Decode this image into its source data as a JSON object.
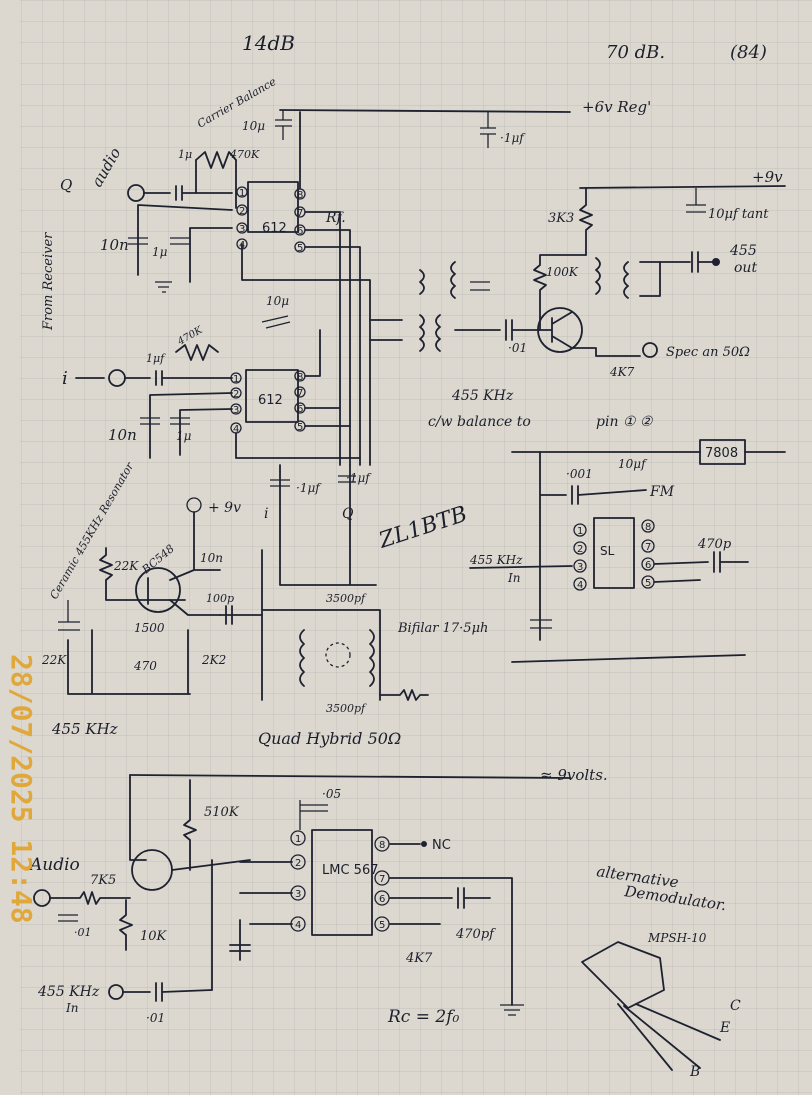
{
  "header": {
    "gain_left": "14dB",
    "gain_right": "70 dB.",
    "page_no": "(84)"
  },
  "supply": {
    "reg6": "+6v Reg'",
    "v9": "+9v",
    "v9_bottom": "≈ 9volts."
  },
  "mixer_top": {
    "chip": "612",
    "balance": "Carrier Balance",
    "input": "Q",
    "audio": "audio",
    "pins_left": [
      "1",
      "2",
      "3",
      "4"
    ],
    "pins_right": [
      "8",
      "7",
      "6",
      "5"
    ],
    "pot": "470K",
    "cap_10u": "10μ",
    "cap_1u": "1μ",
    "cap_10n": "10n",
    "cap_1u_b": "1μ",
    "rf": "Rf.",
    "side_label": "From Receiver",
    "cap_1uf": "·1μf"
  },
  "mixer_bottom": {
    "chip": "612",
    "input": "i",
    "pot": "470K",
    "cap_1u": "1μf",
    "cap_10u": "10μ",
    "cap_10n": "10n",
    "cap_1u_b": "1μ",
    "pins_left": [
      "1",
      "2",
      "3",
      "4"
    ],
    "pins_right": [
      "8",
      "7",
      "6",
      "5"
    ]
  },
  "output_stage": {
    "r_3k3": "3K3",
    "cap_tant": "10μf tant",
    "r_100k": "100K",
    "out": "455",
    "out2": "out",
    "cap_01": "·01",
    "r_4k7": "4K7",
    "spec": "Spec an 50Ω",
    "freq": "455 KHz",
    "note1": "c/w balance to",
    "note2": "pin ① ②"
  },
  "fm_detector": {
    "reg": "7808",
    "cap_001": "·001",
    "cap_10u": "10μf",
    "fm": "FM",
    "chip": "SL",
    "in_freq": "455 KHz",
    "in": "In",
    "cap_470p": "470p",
    "pins_left": [
      "1",
      "2",
      "3",
      "4"
    ],
    "pins_right": [
      "8",
      "7",
      "6",
      "5"
    ]
  },
  "oscillator": {
    "supply": "+ 9v",
    "xtal": "Ceramic 455KHz Resonator",
    "r_22k": "22K",
    "transistor": "BC548",
    "cap_10n": "10n",
    "cap_100p": "100p",
    "cap_1500": "1500",
    "cap_470": "470",
    "r_22k_b": "22K",
    "r_2k2": "2K2",
    "freq": "455 KHz"
  },
  "hybrid": {
    "caps": "·1μf",
    "caps2": "·1μf",
    "i": "i",
    "q": "Q",
    "c_top": "3500pf",
    "c_bottom": "3500pf",
    "coil": "Bifilar 17·5μh",
    "title": "Quad Hybrid 50Ω",
    "call": "ZL1BTB"
  },
  "demod": {
    "audio": "Audio",
    "r_7k5": "7K5",
    "c_01": "·01",
    "r_10k": "10K",
    "r_510k": "510K",
    "chip": "LMC 567",
    "pins_left": [
      "1",
      "2",
      "3",
      "4"
    ],
    "pins_right": [
      "8",
      "7",
      "6",
      "5"
    ],
    "nc": "NC",
    "c_05": "·05",
    "r_4k7": "4K7",
    "c_470p": "470pf",
    "in_freq": "455 KHz",
    "in": "In",
    "c_01b": "·01",
    "formula": "Rc = 2f₀",
    "note1": "alternative",
    "note2": "Demodulator.",
    "device": "MPSH-10",
    "pin_c": "C",
    "pin_e": "E",
    "pin_b": "B"
  },
  "timestamp": "28/07/2025 12:48"
}
